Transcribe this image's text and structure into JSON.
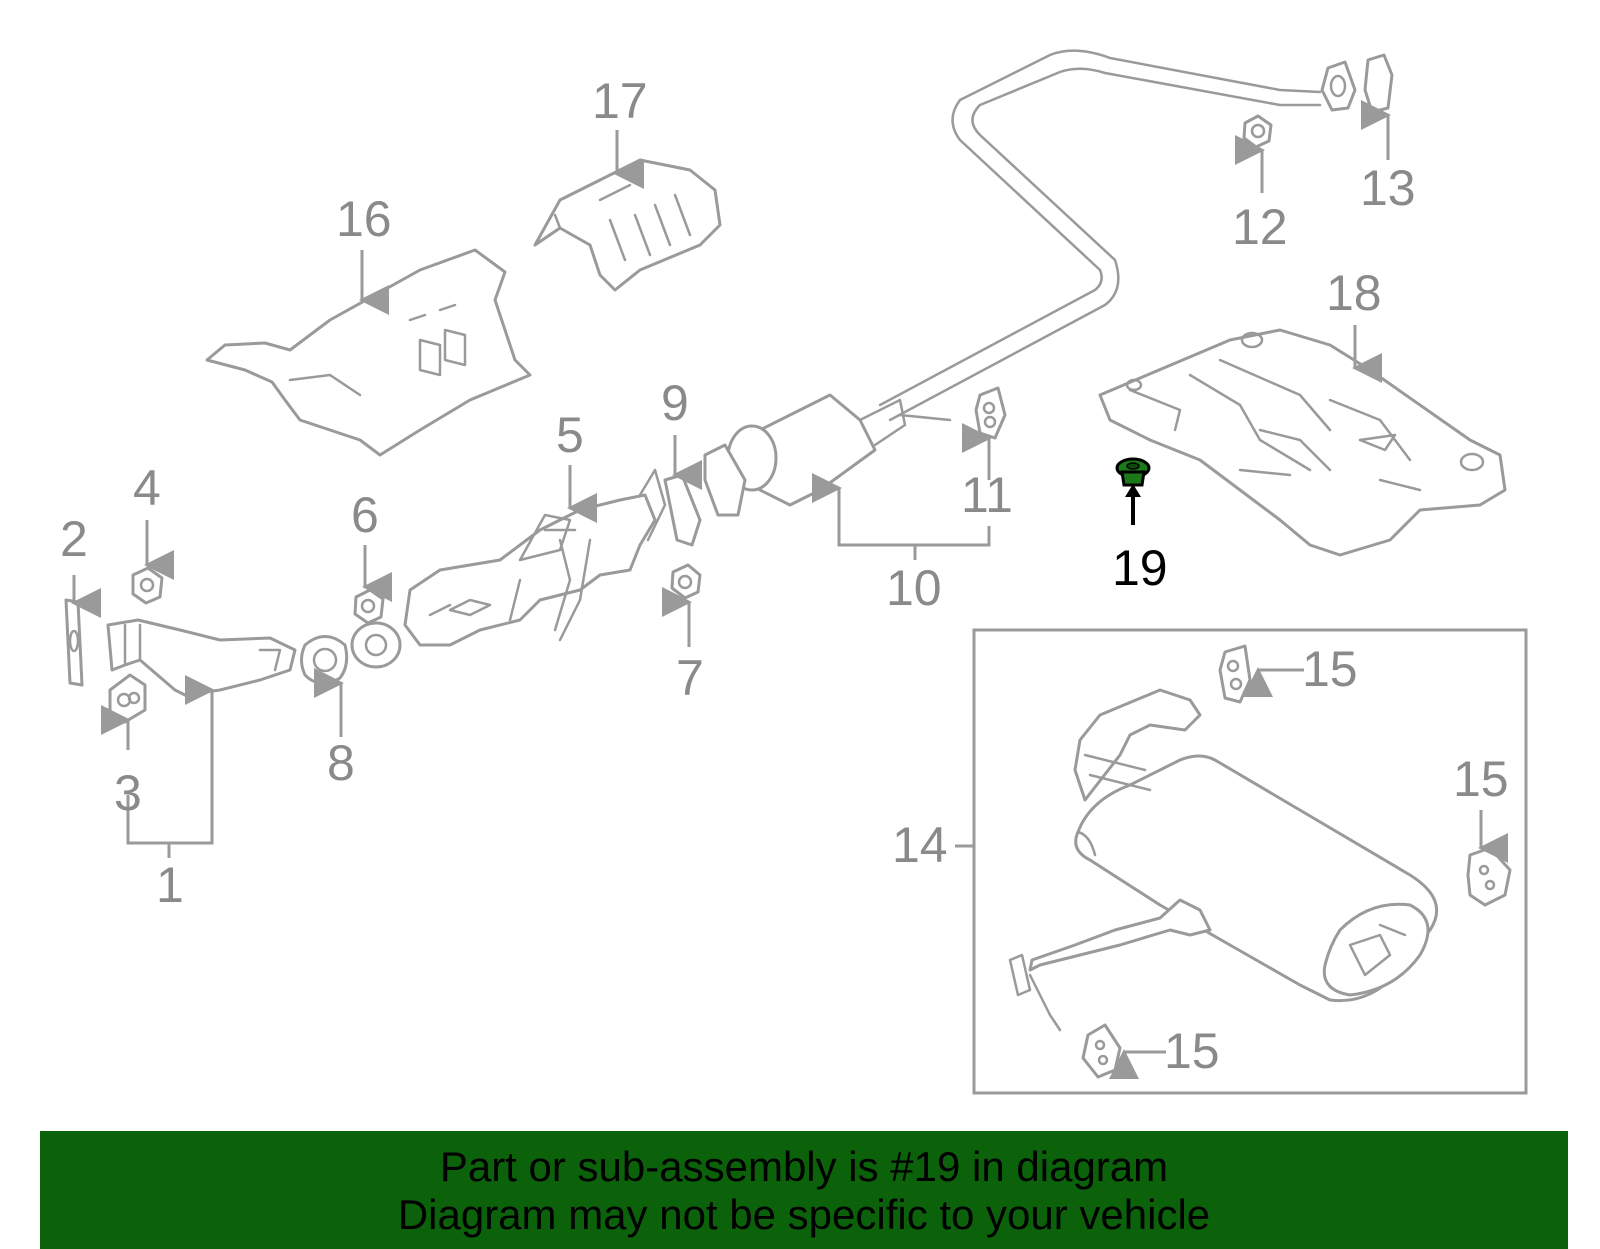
{
  "callouts": {
    "c1": "1",
    "c2": "2",
    "c3": "3",
    "c4": "4",
    "c5": "5",
    "c6": "6",
    "c7": "7",
    "c8": "8",
    "c9": "9",
    "c10": "10",
    "c11": "11",
    "c12": "12",
    "c13": "13",
    "c14": "14",
    "c15a": "15",
    "c15b": "15",
    "c15c": "15",
    "c16": "16",
    "c17": "17",
    "c18": "18",
    "c19": "19"
  },
  "highlighted_part": "19",
  "colors": {
    "line_art": "#9a9a9a",
    "highlight_part": "#1a7a1a",
    "banner": "#0b620b"
  },
  "banner": {
    "line1": "Part or sub-assembly is #19 in diagram",
    "line2": "Diagram may not be specific to your vehicle"
  }
}
